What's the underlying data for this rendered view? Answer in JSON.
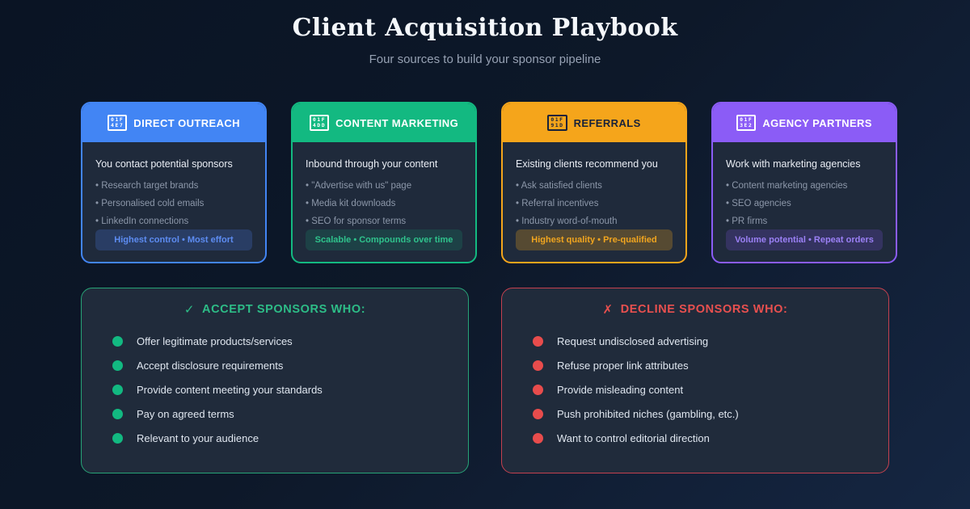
{
  "page": {
    "title": "Client Acquisition Playbook",
    "subtitle": "Four sources to build your sponsor pipeline"
  },
  "colors": {
    "background_top": "#0a1424",
    "background_bottom": "#152642",
    "card_body": "#1f2a3b",
    "panel_body": "#202b3b",
    "accept_green": "#2dbd87",
    "decline_red": "#e8504f"
  },
  "cards": [
    {
      "title": "DIRECT OUTREACH",
      "icon": "email-icon",
      "icon_hex_top": "01F",
      "icon_hex_bottom": "4E7",
      "accent": "#4285f4",
      "intro": "You contact potential sponsors",
      "bullets": [
        "• Research target brands",
        "• Personalised cold emails",
        "• LinkedIn connections"
      ],
      "badge": "Highest control • Most effort"
    },
    {
      "title": "CONTENT MARKETING",
      "icon": "memo-icon",
      "icon_hex_top": "01F",
      "icon_hex_bottom": "4DD",
      "accent": "#13b981",
      "intro": "Inbound through your content",
      "bullets": [
        "• \"Advertise with us\" page",
        "• Media kit downloads",
        "• SEO for sponsor terms"
      ],
      "badge": "Scalable • Compounds over time"
    },
    {
      "title": "REFERRALS",
      "icon": "handshake-icon",
      "icon_hex_top": "01F",
      "icon_hex_bottom": "91D",
      "accent": "#f5a51b",
      "intro": "Existing clients recommend you",
      "bullets": [
        "• Ask satisfied clients",
        "• Referral incentives",
        "• Industry word-of-mouth"
      ],
      "badge": "Highest quality • Pre-qualified"
    },
    {
      "title": "AGENCY PARTNERS",
      "icon": "office-building-icon",
      "icon_hex_top": "01F",
      "icon_hex_bottom": "3E2",
      "accent": "#8b5cf6",
      "intro": "Work with marketing agencies",
      "bullets": [
        "• Content marketing agencies",
        "• SEO agencies",
        "• PR firms"
      ],
      "badge": "Volume potential • Repeat orders"
    }
  ],
  "accept_panel": {
    "mark": "✓",
    "title": "ACCEPT SPONSORS WHO:",
    "items": [
      "Offer legitimate products/services",
      "Accept disclosure requirements",
      "Provide content meeting your standards",
      "Pay on agreed terms",
      "Relevant to your audience"
    ]
  },
  "decline_panel": {
    "mark": "✗",
    "title": "DECLINE SPONSORS WHO:",
    "items": [
      "Request undisclosed advertising",
      "Refuse proper link attributes",
      "Provide misleading content",
      "Push prohibited niches (gambling, etc.)",
      "Want to control editorial direction"
    ]
  }
}
